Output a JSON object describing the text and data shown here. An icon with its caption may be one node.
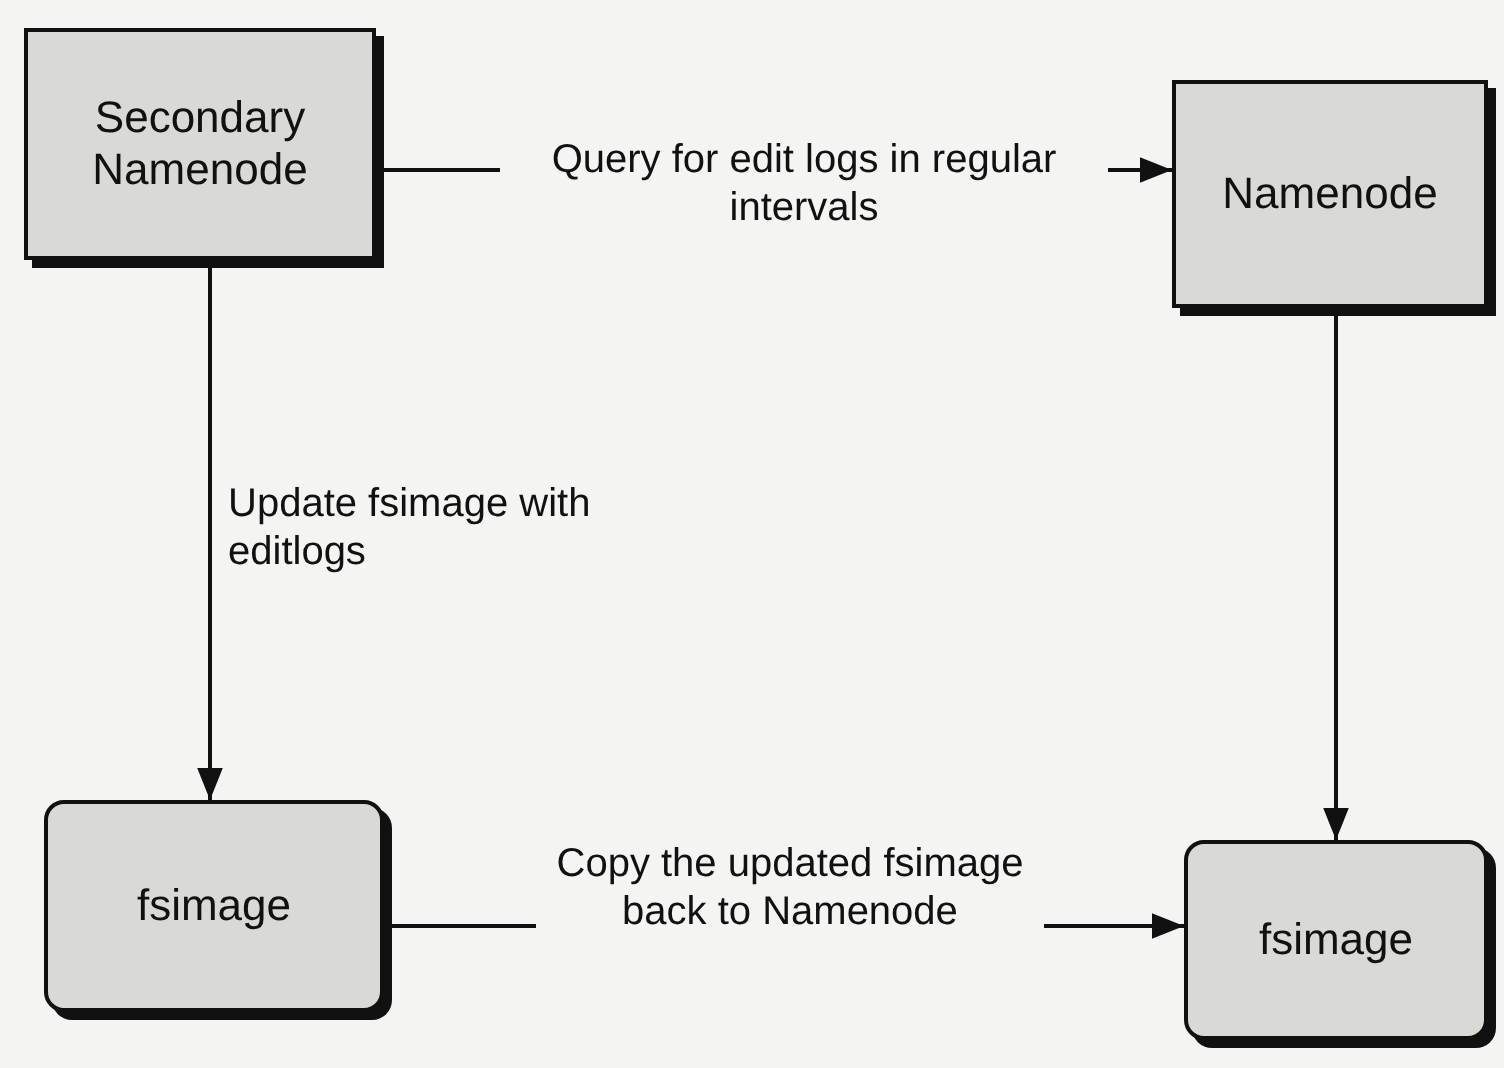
{
  "diagram": {
    "nodes": [
      {
        "text": [
          "Secondary Namenode"
        ]
      },
      {
        "text": [
          "Namenode"
        ]
      },
      {
        "text": [
          "fsimage"
        ]
      },
      {
        "text": [
          "fsimage"
        ]
      }
    ],
    "edges": [
      {
        "from": 0,
        "to": 1,
        "arrow": "to",
        "label": "Query for edit logs in regular intervals"
      },
      {
        "from": 0,
        "to": 2,
        "arrow": "to",
        "label": "Update fsimage with editlogs"
      },
      {
        "from": 1,
        "to": 3,
        "arrow": "to"
      },
      {
        "from": 2,
        "to": 3,
        "arrow": "to",
        "label": "Copy the updated fsimage back to Namenode"
      }
    ]
  }
}
